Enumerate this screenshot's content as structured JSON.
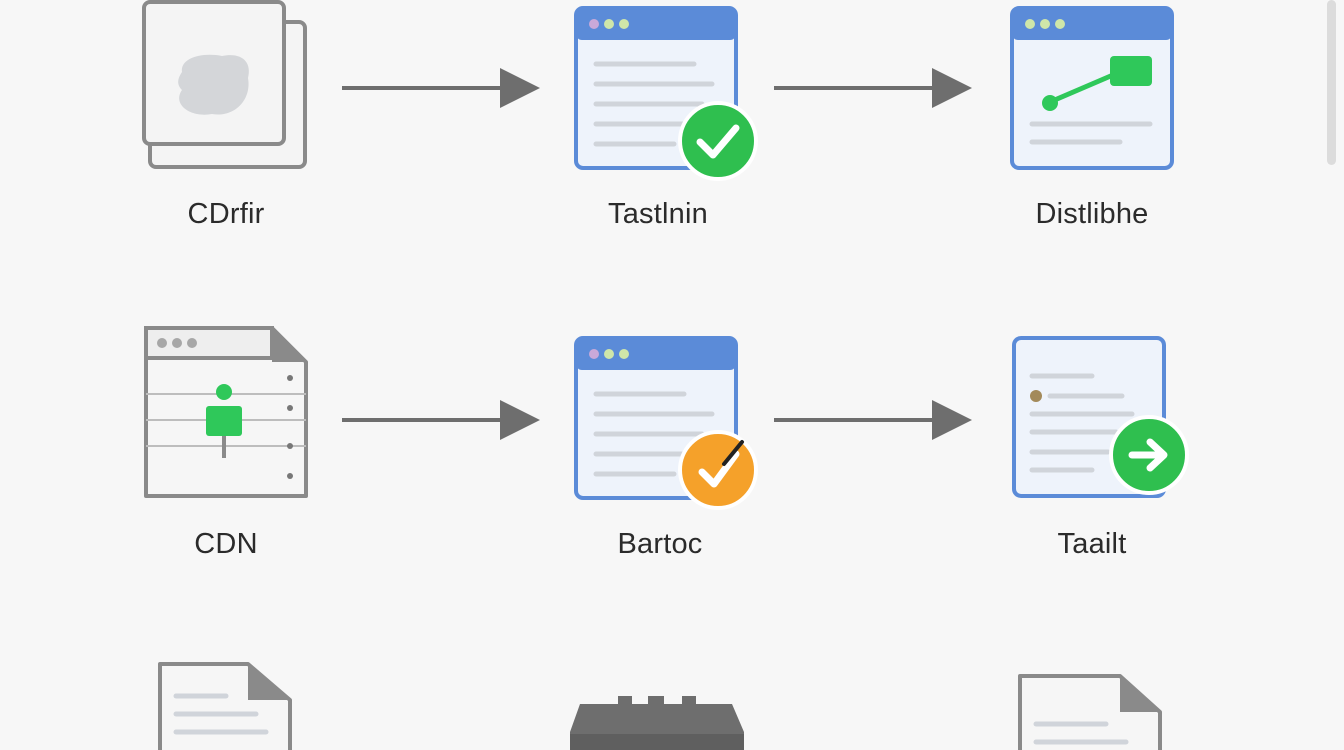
{
  "diagram": {
    "rows": [
      {
        "steps": [
          {
            "label": "CDrfir",
            "icon": "document-stack-icon"
          },
          {
            "label": "Tastlnin",
            "icon": "browser-window-check-icon"
          },
          {
            "label": "Distlibhe",
            "icon": "browser-window-link-icon"
          }
        ]
      },
      {
        "steps": [
          {
            "label": "CDN",
            "icon": "browser-file-pin-icon"
          },
          {
            "label": "Bartoc",
            "icon": "browser-window-edit-icon"
          },
          {
            "label": "Taailt",
            "icon": "document-forward-icon"
          }
        ]
      },
      {
        "steps": [
          {
            "label": "",
            "icon": "document-icon"
          },
          {
            "label": "",
            "icon": "server-rack-icon"
          },
          {
            "label": "",
            "icon": "document-icon"
          }
        ]
      }
    ]
  },
  "colors": {
    "window_blue": "#5b8bd8",
    "window_fill": "#eef3fb",
    "outline_gray": "#8a8a8a",
    "arrow_gray": "#6e6e6e",
    "check_green": "#2fbf4f",
    "pin_green": "#2fc85a",
    "badge_orange": "#f5a12a"
  }
}
